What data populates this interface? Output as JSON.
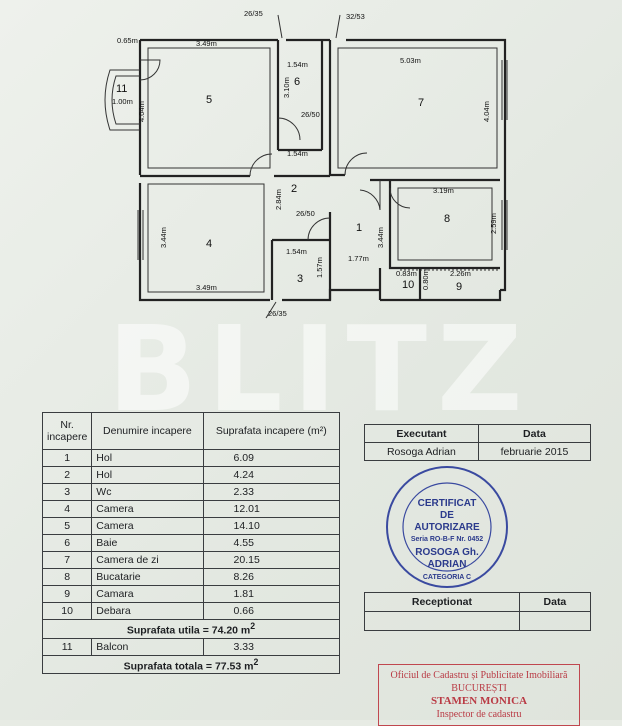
{
  "plan": {
    "top_labels": [
      "26/35",
      "32/53"
    ],
    "bottom_label": "26/35",
    "door_labels": [
      "26/50",
      "26/50"
    ],
    "dimensions": [
      "0.65m",
      "3.49m",
      "1.54m",
      "5.03m",
      "1.00m",
      "4.04m",
      "3.10m",
      "4.04m",
      "1.54m",
      "2.84m",
      "3.19m",
      "3.44m",
      "3.44m",
      "2.59m",
      "1.54m",
      "1.77m",
      "1.57m",
      "0.83m",
      "2.26m",
      "0.80m",
      "3.49m"
    ],
    "rooms": [
      "11",
      "5",
      "6",
      "7",
      "2",
      "1",
      "8",
      "4",
      "3",
      "10",
      "9"
    ]
  },
  "watermark": "BLITZ",
  "table": {
    "headers": [
      "Nr. incapere",
      "Denumire incapere",
      "Suprafata incapere (m²)"
    ],
    "rows": [
      {
        "nr": "1",
        "name": "Hol",
        "area": "6.09"
      },
      {
        "nr": "2",
        "name": "Hol",
        "area": "4.24"
      },
      {
        "nr": "3",
        "name": "Wc",
        "area": "2.33"
      },
      {
        "nr": "4",
        "name": "Camera",
        "area": "12.01"
      },
      {
        "nr": "5",
        "name": "Camera",
        "area": "14.10"
      },
      {
        "nr": "6",
        "name": "Baie",
        "area": "4.55"
      },
      {
        "nr": "7",
        "name": "Camera de zi",
        "area": "20.15"
      },
      {
        "nr": "8",
        "name": "Bucatarie",
        "area": "8.26"
      },
      {
        "nr": "9",
        "name": "Camara",
        "area": "1.81"
      },
      {
        "nr": "10",
        "name": "Debara",
        "area": "0.66"
      }
    ],
    "utila": "Suprafata utila = 74.20 m",
    "balcon": {
      "nr": "11",
      "name": "Balcon",
      "area": "3.33"
    },
    "totala": "Suprafata totala = 77.53 m"
  },
  "executant": {
    "header_left": "Executant",
    "header_right": "Data",
    "name": "Rosoga Adrian",
    "date": "februarie 2015"
  },
  "stamp": {
    "lines": [
      "CERTIFICAT",
      "DE",
      "AUTORIZARE",
      "Seria RO-B-F Nr. 0452",
      "ROSOGA Gh.",
      "ADRIAN",
      "CATEGORIA C"
    ]
  },
  "receptionat": {
    "header_left": "Receptionat",
    "header_right": "Data"
  },
  "ocpi": {
    "line1": "Oficiul de Cadastru și Publicitate Imobiliară",
    "line2": "BUCUREȘTI",
    "line3": "STAMEN MONICA",
    "line4": "Inspector de cadastru"
  }
}
